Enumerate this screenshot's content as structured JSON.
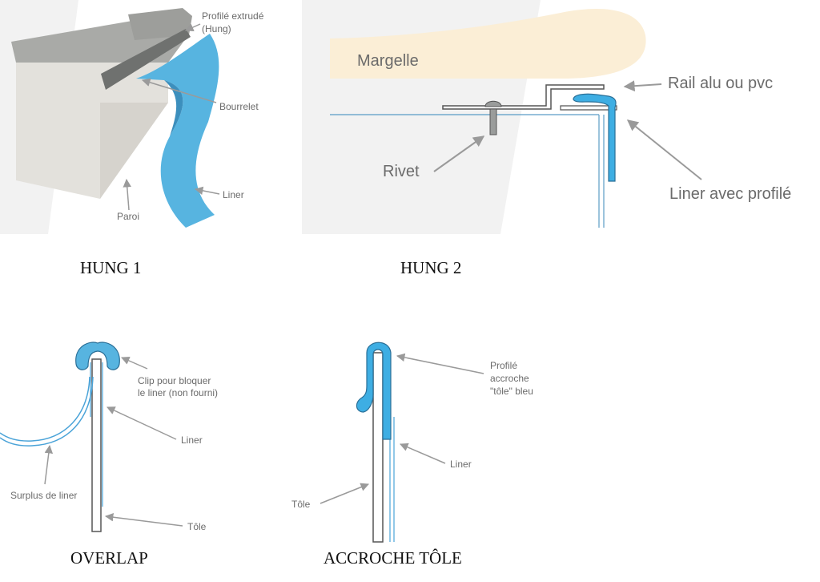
{
  "colors": {
    "panel_bg": "#f1f1f1",
    "blue": "#57b4e0",
    "blue_dark": "#2a6f97",
    "grey_dark": "#8d8f8f",
    "margelle": "#fbeed6",
    "arrow": "#9a9a9a"
  },
  "hung1": {
    "caption": "HUNG  1",
    "label_profile_line1": "Profilé extrudé",
    "label_profile_line2": "(Hung)",
    "label_bourrelet": "Bourrelet",
    "label_liner": "Liner",
    "label_paroi": "Paroi"
  },
  "hung2": {
    "caption": "HUNG 2",
    "label_margelle": "Margelle",
    "label_rail": "Rail alu ou pvc",
    "label_rivet": "Rivet",
    "label_liner": "Liner avec profilé"
  },
  "overlap": {
    "caption": "OVERLAP",
    "label_clip_line1": "Clip pour bloquer",
    "label_clip_line2": "le liner (non fourni)",
    "label_liner": "Liner",
    "label_surplus": "Surplus de liner",
    "label_tole": "Tôle"
  },
  "accroche": {
    "caption": "ACCROCHE TÔLE",
    "label_profile_line1": "Profilé",
    "label_profile_line2": "accroche",
    "label_profile_line3": "\"tôle\" bleu",
    "label_liner": "Liner",
    "label_tole": "Tôle"
  }
}
